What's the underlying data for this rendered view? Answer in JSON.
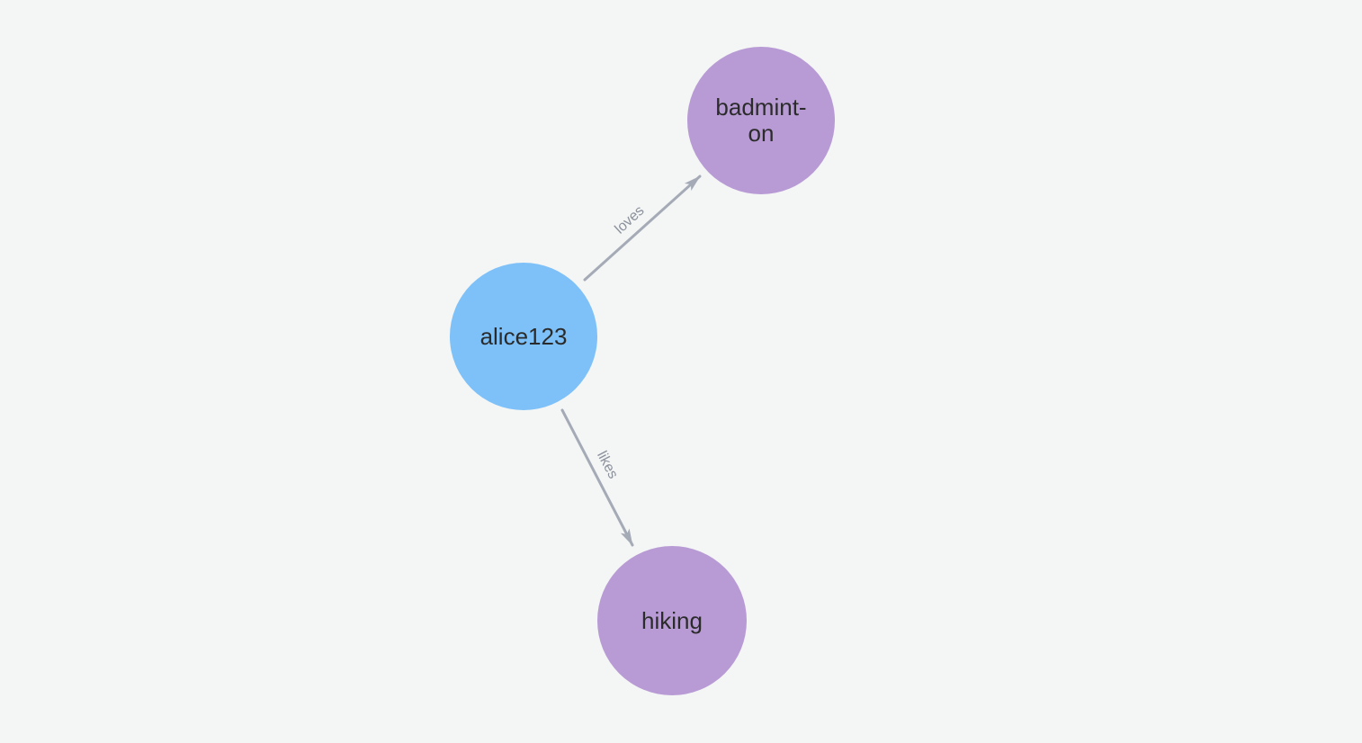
{
  "canvas": {
    "background_color": "#f4f5f5"
  },
  "colors": {
    "person_node": "#7dc1f8",
    "interest_node": "#b89bd5",
    "node_text": "#2b2b2b",
    "relationship_line": "#a5abb6",
    "relationship_label": "#8b919b"
  },
  "graph": {
    "nodes": [
      {
        "id": "alice123",
        "label": "alice123",
        "display": "alice123",
        "type": "person",
        "color": "#7dc1f8"
      },
      {
        "id": "badminton",
        "label": "badminton",
        "display": "badmint-\non",
        "type": "interest",
        "color": "#b89bd5"
      },
      {
        "id": "hiking",
        "label": "hiking",
        "display": "hiking",
        "type": "interest",
        "color": "#b89bd5"
      }
    ],
    "edges": [
      {
        "from": "alice123",
        "to": "badminton",
        "label": "loves"
      },
      {
        "from": "alice123",
        "to": "hiking",
        "label": "likes"
      }
    ]
  }
}
